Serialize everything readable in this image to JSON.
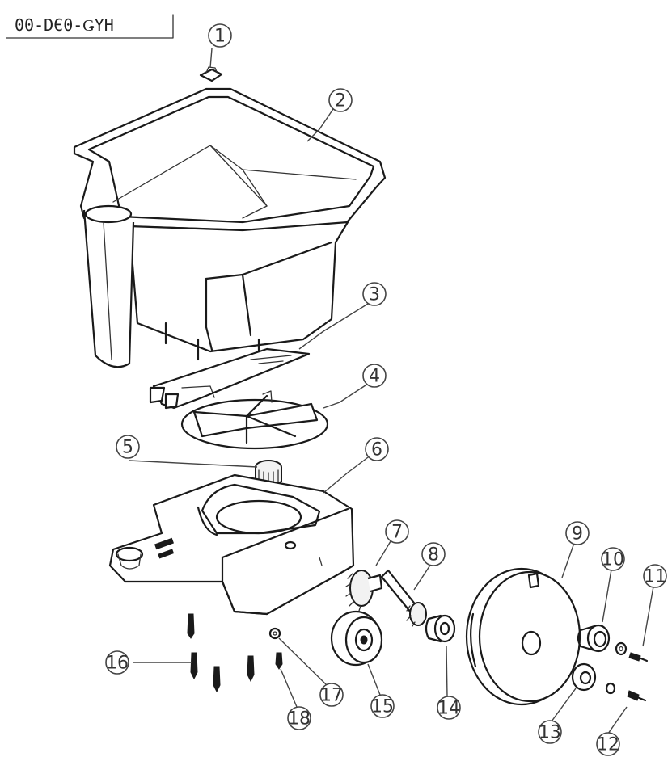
{
  "drawing_code": "00-DЄ0-ǤYH",
  "callouts": [
    {
      "id": "1",
      "part": "top-knob"
    },
    {
      "id": "2",
      "part": "hopper"
    },
    {
      "id": "3",
      "part": "slide-plate"
    },
    {
      "id": "4",
      "part": "spinner-disc"
    },
    {
      "id": "5",
      "part": "drive-gear"
    },
    {
      "id": "6",
      "part": "gear-housing"
    },
    {
      "id": "7",
      "part": "intermediate-gear"
    },
    {
      "id": "8",
      "part": "pinion-shaft"
    },
    {
      "id": "9",
      "part": "wheel"
    },
    {
      "id": "10",
      "part": "hub-bushing"
    },
    {
      "id": "11",
      "part": "washer"
    },
    {
      "id": "12",
      "part": "screw"
    },
    {
      "id": "13",
      "part": "wheel-washer"
    },
    {
      "id": "14",
      "part": "shaft-bushing"
    },
    {
      "id": "15",
      "part": "bearing-wheel"
    },
    {
      "id": "16",
      "part": "housing-screws"
    },
    {
      "id": "17",
      "part": "small-washer"
    },
    {
      "id": "18",
      "part": "small-screw"
    }
  ]
}
